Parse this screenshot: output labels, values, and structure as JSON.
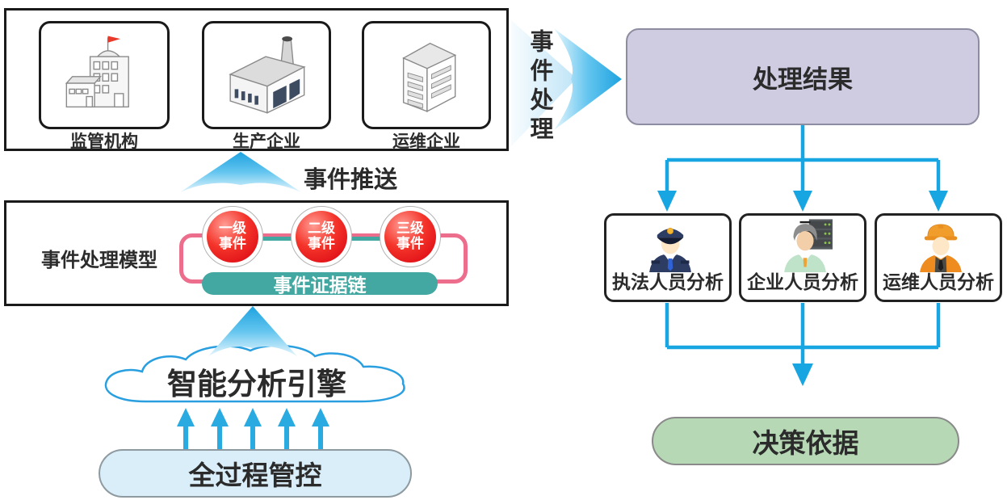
{
  "stakeholders_panel": {
    "items": [
      {
        "label": "监管机构",
        "icon": "government-building-icon"
      },
      {
        "label": "生产企业",
        "icon": "factory-icon"
      },
      {
        "label": "运维企业",
        "icon": "office-building-icon"
      }
    ]
  },
  "labels": {
    "event_push": "事件推送",
    "event_handling": "事件处理"
  },
  "model_panel": {
    "title": "事件处理模型",
    "event_levels": [
      {
        "line1": "一级",
        "line2": "事件"
      },
      {
        "line1": "二级",
        "line2": "事件"
      },
      {
        "line1": "三级",
        "line2": "事件"
      }
    ],
    "evidence_chain": "事件证据链"
  },
  "analysis_engine": {
    "label": "智能分析引擎",
    "icon": "cloud-shape"
  },
  "process_control": {
    "label": "全过程管控"
  },
  "result_box": {
    "label": "处理结果"
  },
  "analyst_boxes": [
    {
      "label": "执法人员分析",
      "icon": "police-officer-icon"
    },
    {
      "label": "企业人员分析",
      "icon": "enterprise-person-icon"
    },
    {
      "label": "运维人员分析",
      "icon": "maintenance-worker-icon"
    }
  ],
  "decision_box": {
    "label": "决策依据"
  },
  "colors": {
    "arrow_blue": "#29abe2",
    "connector_blue": "#18a6e2",
    "result_fill": "#cfcbe1",
    "decision_fill": "#b7d8b5",
    "process_fill": "#d9eef9",
    "evidence_teal": "#42a8a1",
    "loop_pink": "#ec6e8c",
    "event_red": "#e60012"
  }
}
